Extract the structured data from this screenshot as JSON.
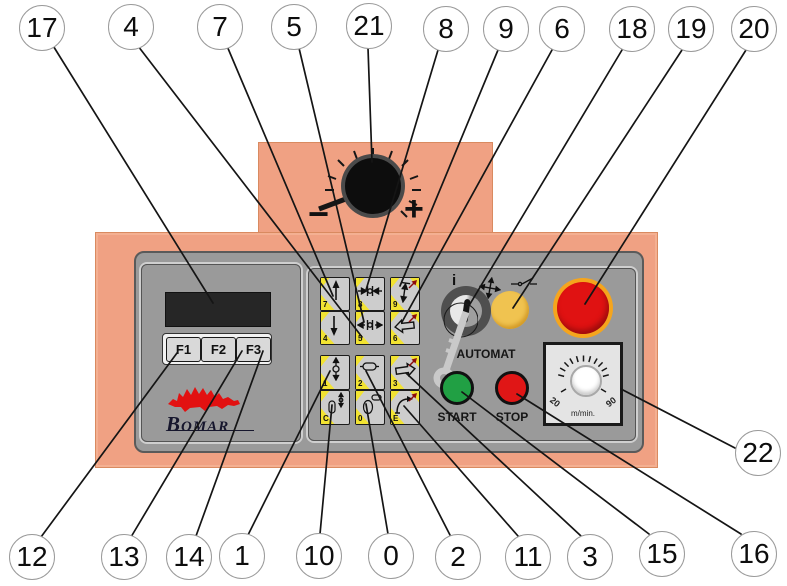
{
  "diagram": {
    "callouts": {
      "c0": "0",
      "c1": "1",
      "c2": "2",
      "c3": "3",
      "c4": "4",
      "c5": "5",
      "c6": "6",
      "c7": "7",
      "c8": "8",
      "c9": "9",
      "c10": "10",
      "c11": "11",
      "c12": "12",
      "c13": "13",
      "c14": "14",
      "c15": "15",
      "c16": "16",
      "c17": "17",
      "c18": "18",
      "c19": "19",
      "c20": "20",
      "c21": "21",
      "c22": "22"
    }
  },
  "panel": {
    "brand": {
      "b": "B",
      "rest": "OMAR"
    },
    "fkeys": [
      "F1",
      "F2",
      "F3"
    ],
    "keypad": {
      "top": [
        {
          "label": "7",
          "icon": "frame-up-icon"
        },
        {
          "label": "8",
          "icon": "vise-close-icon"
        },
        {
          "label": "9",
          "icon": "band-tension-icon"
        },
        {
          "label": "4",
          "icon": "frame-down-icon"
        },
        {
          "label": "5",
          "icon": "vise-open-icon"
        },
        {
          "label": "6",
          "icon": "return-arrow-icon"
        }
      ],
      "bottom": [
        {
          "label": "1",
          "icon": "clamp-updown-icon"
        },
        {
          "label": "2",
          "icon": "lamp-icon"
        },
        {
          "label": "3",
          "icon": "feed-arrow-icon"
        },
        {
          "label": "C",
          "icon": "clamp-pill-icon"
        },
        {
          "label": "0",
          "icon": "counter-icon"
        },
        {
          "label": "E",
          "icon": "coolant-hook-icon"
        }
      ]
    },
    "switch_labels": {
      "info": "i"
    },
    "automat": "AUTOMAT",
    "start": "START",
    "stop": "STOP",
    "speed_dial": {
      "min": "20",
      "max": "90",
      "unit": "m/min."
    },
    "speed_knob": {
      "minus": "−",
      "plus": "+"
    }
  }
}
